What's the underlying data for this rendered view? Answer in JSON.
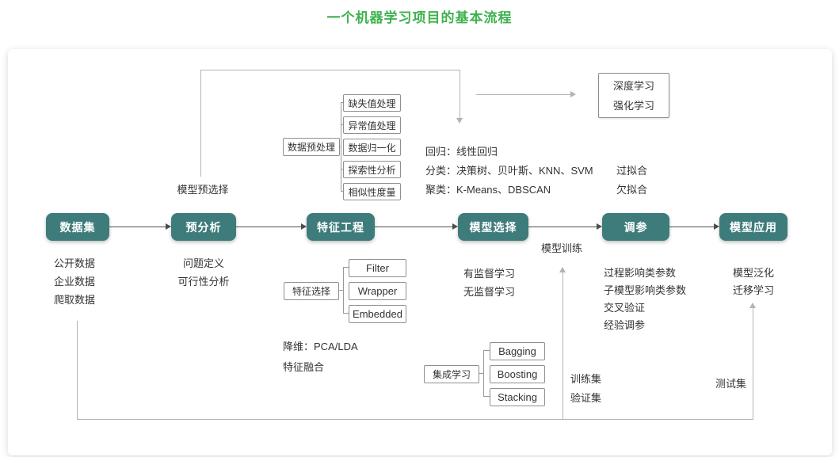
{
  "title": "一个机器学习项目的基本流程",
  "colors": {
    "accent_green": "#3eb24e",
    "stage_teal": "#3e7c7b",
    "line_gray": "#b3b3b3"
  },
  "stages": [
    {
      "label": "数据集"
    },
    {
      "label": "预分析"
    },
    {
      "label": "特征工程"
    },
    {
      "label": "模型选择"
    },
    {
      "label": "调参"
    },
    {
      "label": "模型应用"
    }
  ],
  "edge_labels": {
    "model_preselect": "模型预选择",
    "model_train": "模型训练"
  },
  "advanced_box": {
    "lines": [
      "深度学习",
      "强化学习"
    ]
  },
  "preprocess": {
    "parent": "数据预处理",
    "children": [
      "缺失值处理",
      "异常值处理",
      "数据归一化",
      "探索性分析",
      "相似性度量"
    ]
  },
  "model_types": [
    "回归：线性回归",
    "分类：决策树、贝叶斯、KNN、SVM",
    "聚类：K-Means、DBSCAN"
  ],
  "fit_labels": [
    "过拟合",
    "欠拟合"
  ],
  "dataset_notes": [
    "公开数据",
    "企业数据",
    "爬取数据"
  ],
  "preanalysis_notes": [
    "问题定义",
    "可行性分析"
  ],
  "feature_select": {
    "parent": "特征选择",
    "children": [
      "Filter",
      "Wrapper",
      "Embedded"
    ]
  },
  "feature_notes": [
    "降维：PCA/LDA",
    "特征融合"
  ],
  "model_select_notes": [
    "有监督学习",
    "无监督学习"
  ],
  "ensemble": {
    "parent": "集成学习",
    "children": [
      "Bagging",
      "Boosting",
      "Stacking"
    ]
  },
  "data_split": {
    "train": "训练集",
    "valid": "验证集",
    "test": "测试集"
  },
  "tuning_notes": [
    "过程影响类参数",
    "子模型影响类参数",
    "交叉验证",
    "经验调参"
  ],
  "application_notes": [
    "模型泛化",
    "迁移学习"
  ]
}
